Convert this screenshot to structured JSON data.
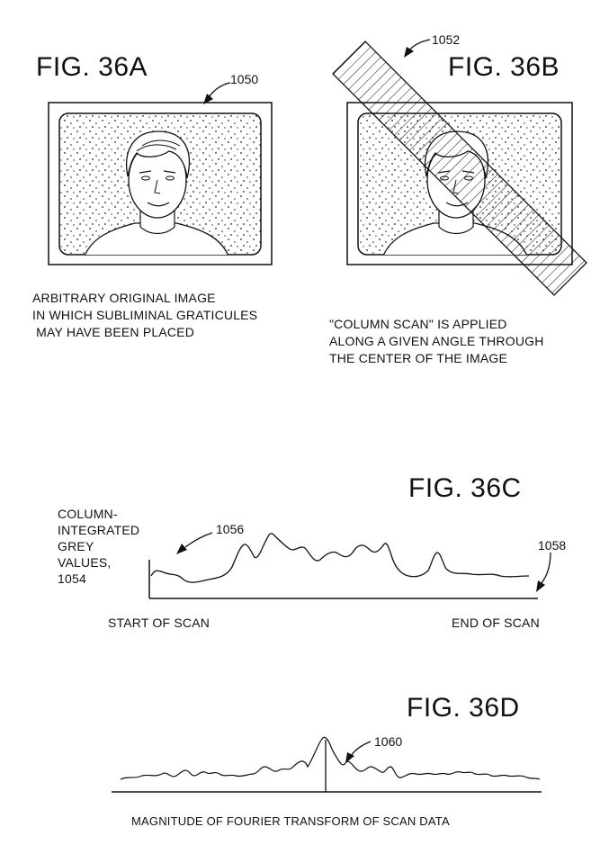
{
  "fig36a": {
    "title": "FIG. 36A",
    "ref": "1050",
    "caption": [
      "ARBITRARY ORIGINAL IMAGE",
      "IN WHICH SUBLIMINAL GRATICULES",
      " MAY HAVE BEEN PLACED"
    ]
  },
  "fig36b": {
    "title": "FIG. 36B",
    "ref": "1052",
    "caption": [
      "\"COLUMN SCAN\" IS APPLIED",
      "ALONG A GIVEN ANGLE THROUGH",
      "THE CENTER OF THE IMAGE"
    ]
  },
  "fig36c": {
    "title": "FIG. 36C",
    "ylabel": [
      "COLUMN-",
      "INTEGRATED",
      "GREY",
      "VALUES,",
      "1054"
    ],
    "ref_curve": "1056",
    "ref_end": "1058",
    "start_label": "START OF SCAN",
    "end_label": "END OF SCAN"
  },
  "fig36d": {
    "title": "FIG. 36D",
    "ref": "1060",
    "caption": "MAGNITUDE OF FOURIER TRANSFORM OF SCAN DATA"
  }
}
